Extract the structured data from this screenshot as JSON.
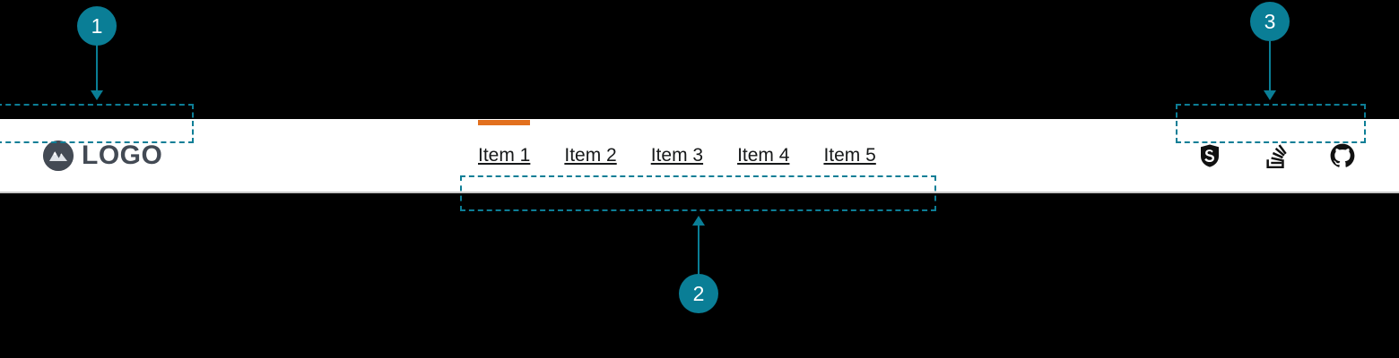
{
  "page": {
    "background": "#000000",
    "accent_orange": "#e2701e",
    "annotation_teal": "#0a7e96",
    "navbar_background": "#ffffff",
    "brand_color": "#434a54"
  },
  "navbar": {
    "brand": {
      "logo_icon": "mountain-circle-icon",
      "label": "LOGO"
    },
    "nav_items": [
      {
        "label": "Item 1",
        "active": true
      },
      {
        "label": "Item 2",
        "active": false
      },
      {
        "label": "Item 3",
        "active": false
      },
      {
        "label": "Item 4",
        "active": false
      },
      {
        "label": "Item 5",
        "active": false
      }
    ],
    "social_links": [
      {
        "icon": "sitepoint-s-icon",
        "label": "S"
      },
      {
        "icon": "stack-overflow-icon",
        "label": "Stack Overflow"
      },
      {
        "icon": "github-icon",
        "label": "GitHub"
      }
    ]
  },
  "annotations": [
    {
      "number": "1",
      "target": "brand-logo-region"
    },
    {
      "number": "2",
      "target": "nav-items-region"
    },
    {
      "number": "3",
      "target": "social-icons-region"
    }
  ]
}
